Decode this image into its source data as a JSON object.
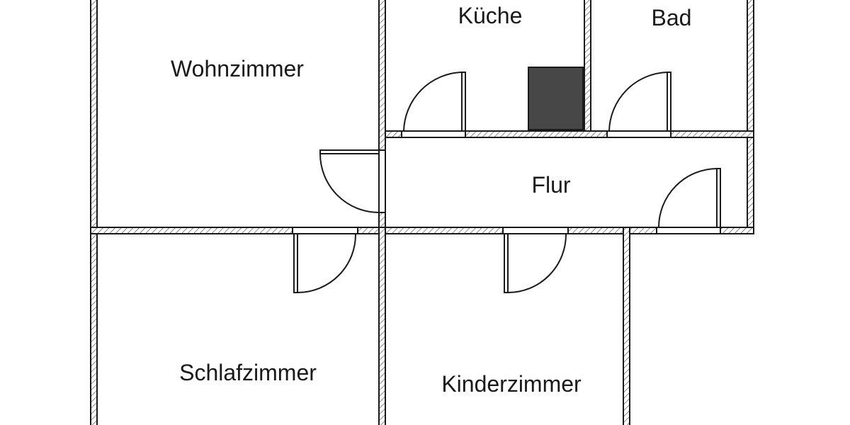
{
  "rooms": {
    "wohnzimmer": "Wohnzimmer",
    "kueche": "Küche",
    "bad": "Bad",
    "flur": "Flur",
    "schlafzimmer": "Schlafzimmer",
    "kinderzimmer": "Kinderzimmer"
  },
  "colors": {
    "wall_line": "#1a1a1a",
    "hatch": "#555555",
    "fixture": "#474747",
    "background": "#ffffff"
  }
}
